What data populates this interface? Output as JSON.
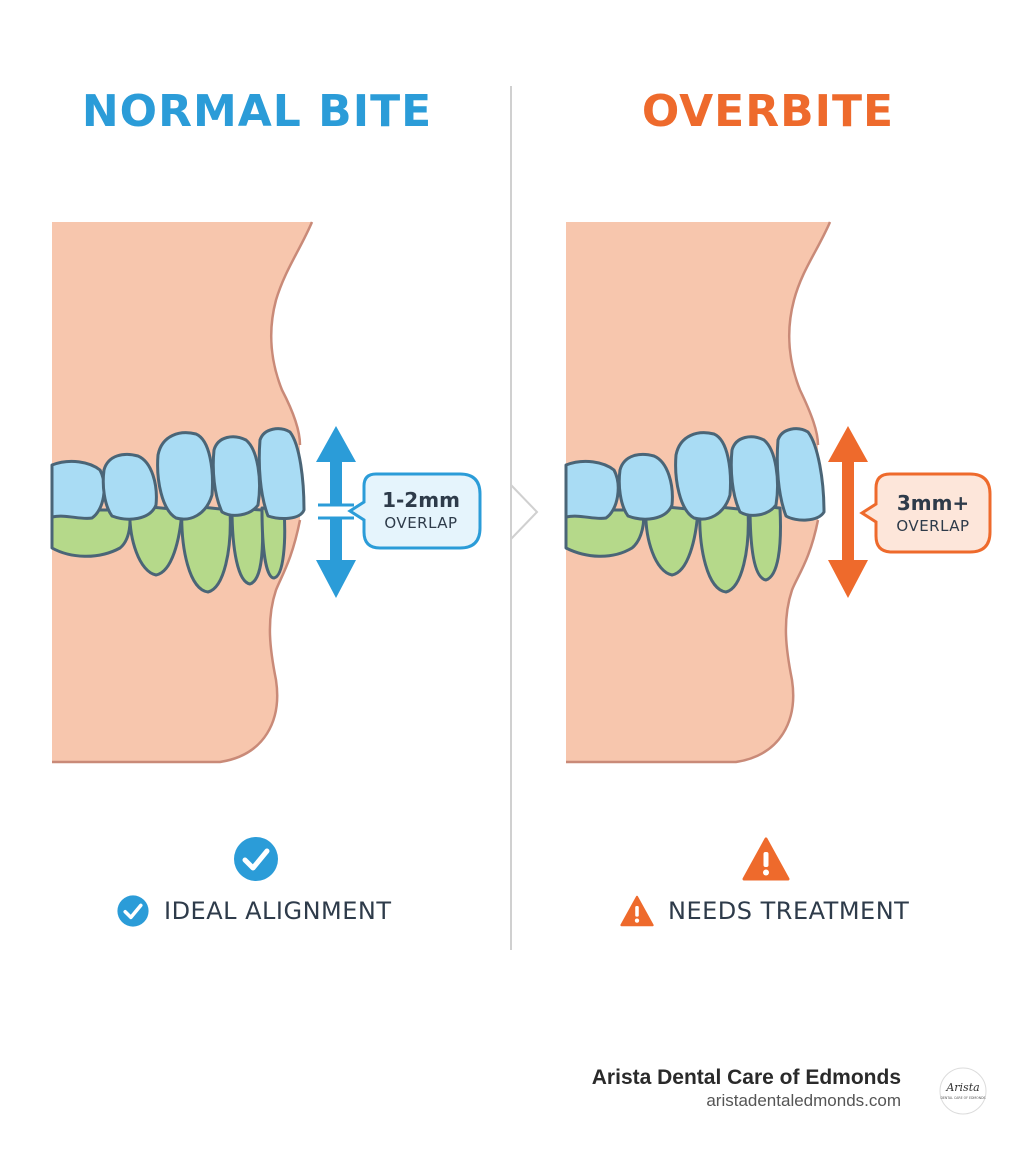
{
  "left_panel": {
    "title": "NORMAL BITE",
    "overlap_value": "1-2mm",
    "overlap_label": "OVERLAP",
    "status_text": "IDEAL ALIGNMENT",
    "status_icon": "check-circle-icon",
    "accent_color": "#2b9cd8"
  },
  "right_panel": {
    "title": "OVERBITE",
    "overlap_value": "3mm+",
    "overlap_label": "OVERLAP",
    "status_text": "NEEDS TREATMENT",
    "status_icon": "warning-triangle-icon",
    "accent_color": "#ee6a2c"
  },
  "colors": {
    "skin": "#f7c6ad",
    "upper_teeth": "#a9dcf4",
    "lower_teeth": "#b5d98a",
    "tooth_outline": "#4a6577"
  },
  "footer": {
    "brand_name": "Arista Dental Care of Edmonds",
    "brand_url": "aristadentaledmonds.com",
    "logo_text": "Arista",
    "logo_subtext": "DENTAL CARE OF EDMONDS"
  }
}
